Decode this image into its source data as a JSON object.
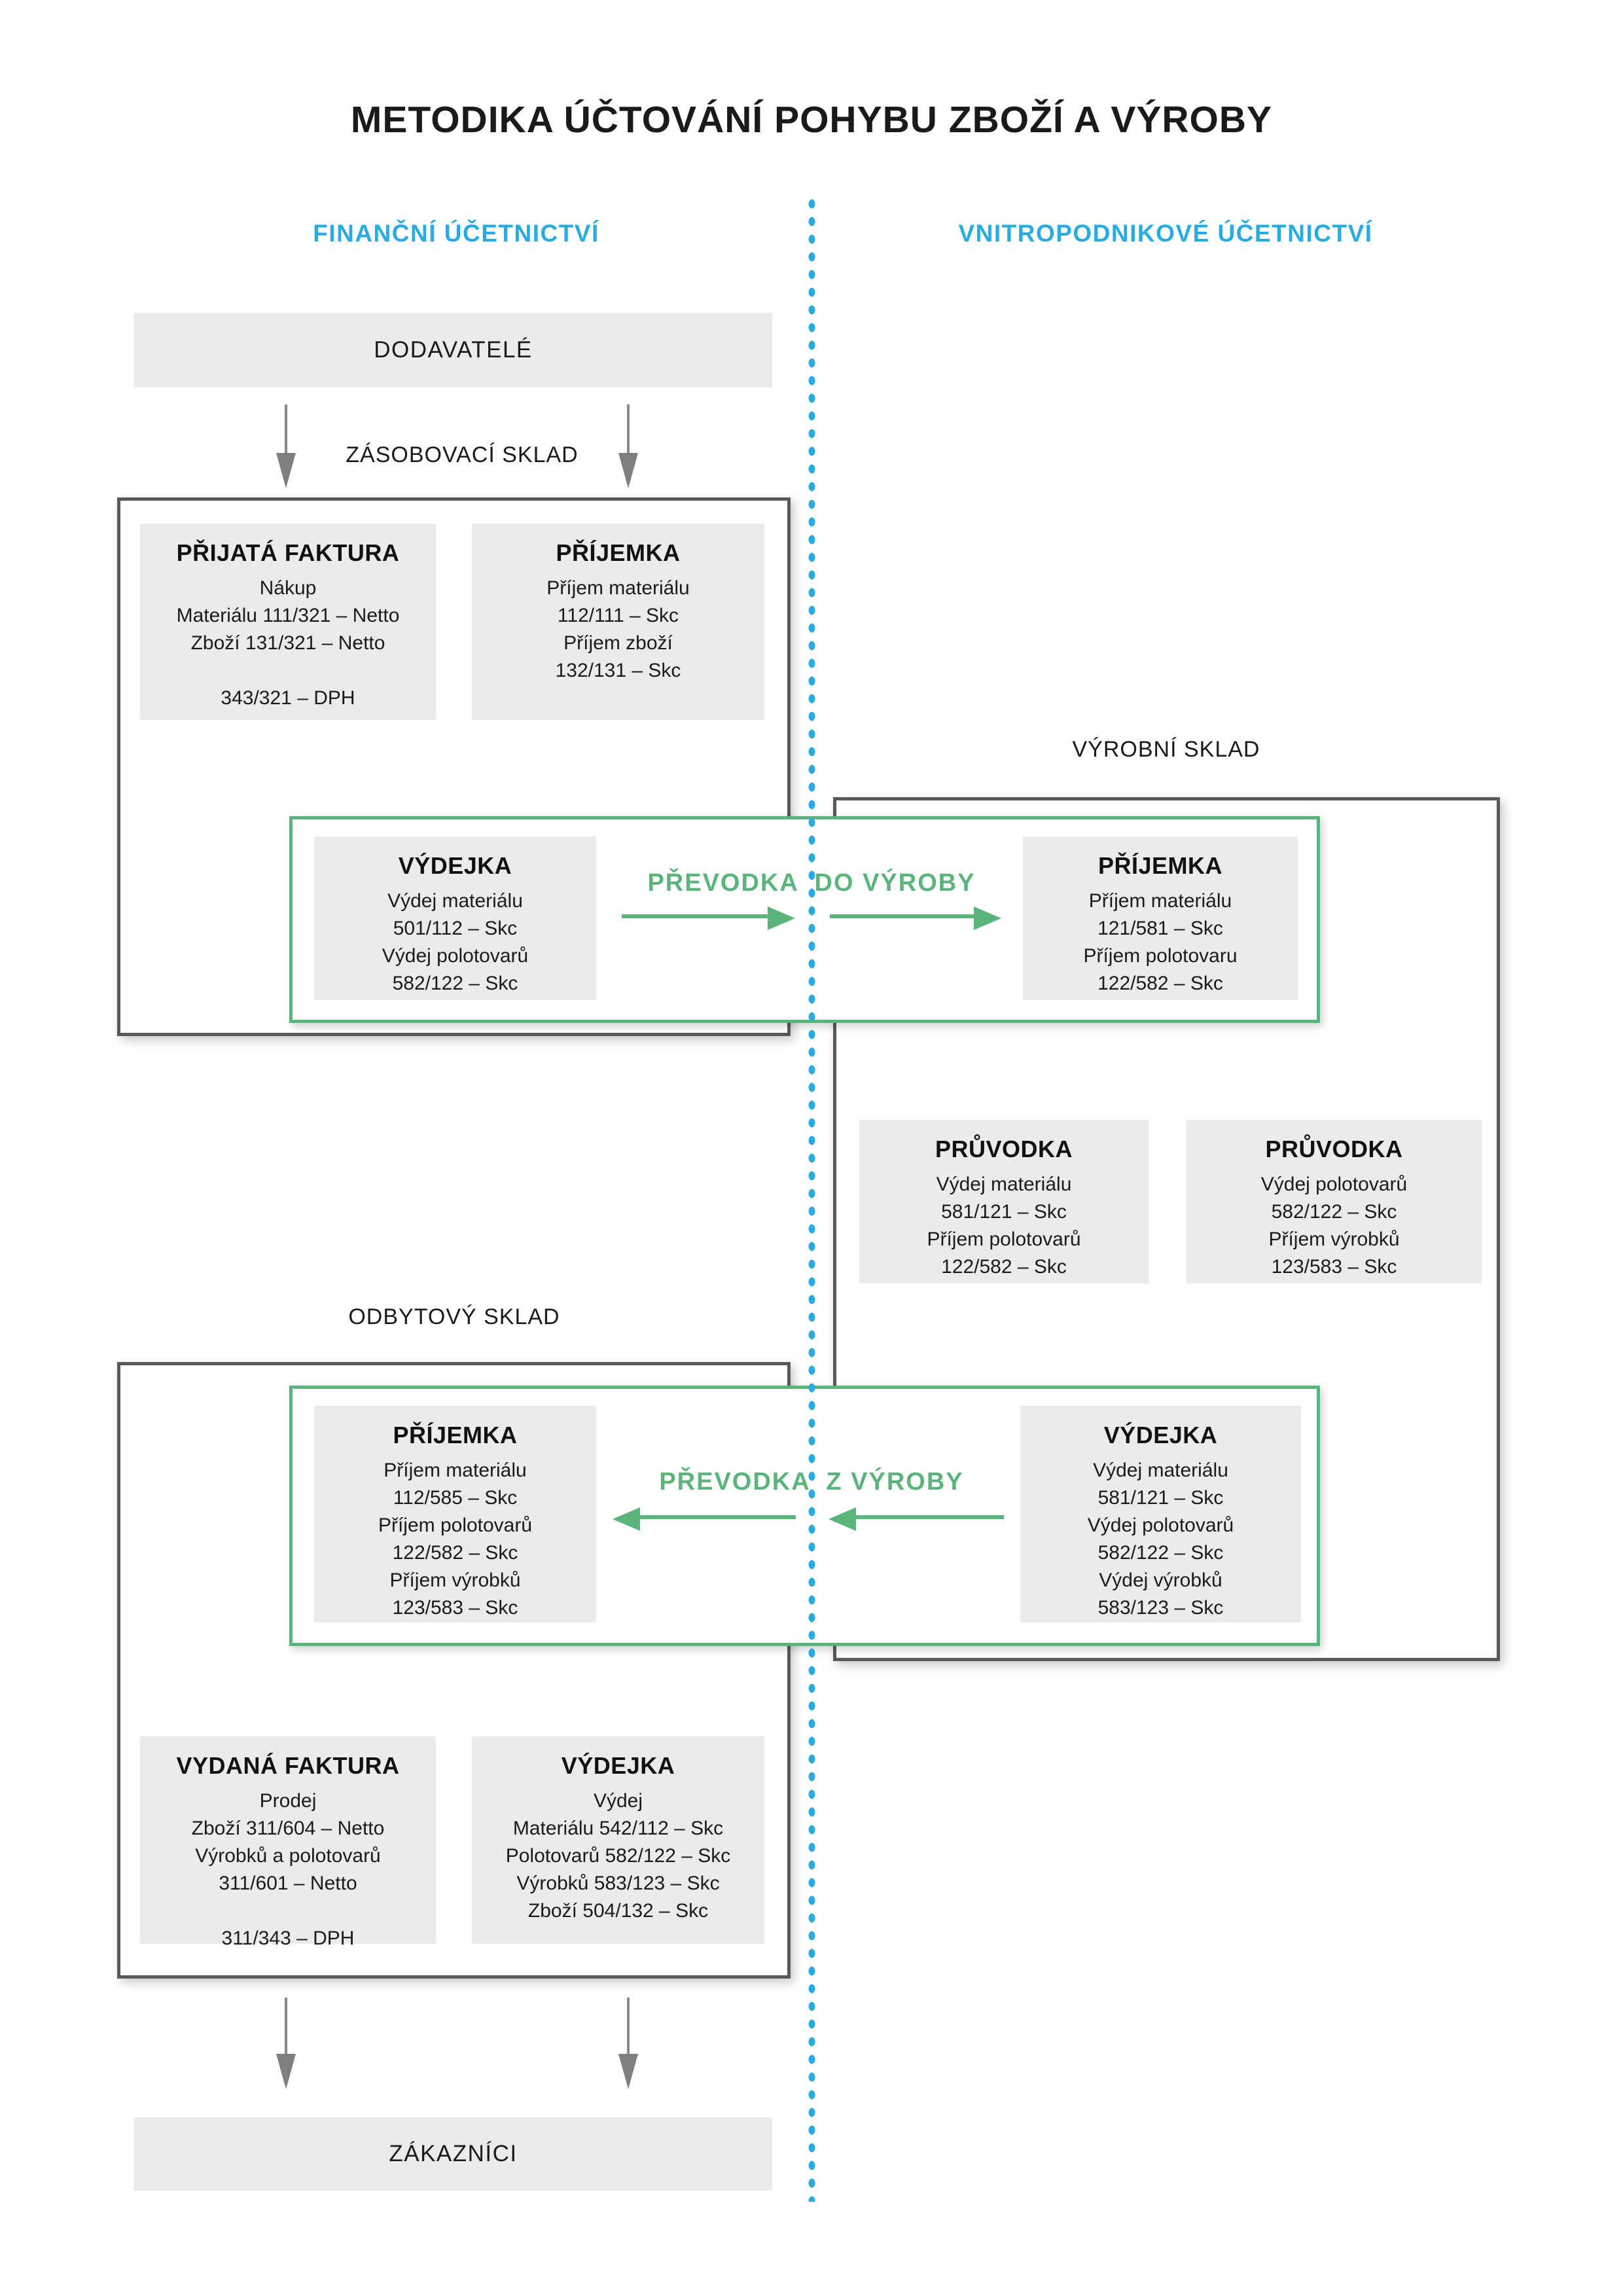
{
  "title": "METODIKA ÚČTOVÁNÍ POHYBU ZBOŽÍ A VÝROBY",
  "columns": {
    "left": "FINANČNÍ ÚČETNICTVÍ",
    "right": "VNITROPODNIKOVÉ ÚČETNICTVÍ"
  },
  "sections": {
    "zasobovaci": "ZÁSOBOVACÍ SKLAD",
    "vyrobni": "VÝROBNÍ SKLAD",
    "odbytovy": "ODBYTOVÝ SKLAD"
  },
  "endpoints": {
    "suppliers": "DODAVATELÉ",
    "customers": "ZÁKAZNÍCI"
  },
  "transfers": {
    "to_production": "PŘEVODKA  DO VÝROBY",
    "from_production": "PŘEVODKA  Z VÝROBY"
  },
  "boxes": {
    "prijata_faktura": {
      "title": "PŘIJATÁ FAKTURA",
      "lines": [
        "Nákup",
        "Materiálu 111/321 – Netto",
        "Zboží 131/321 – Netto",
        "",
        "343/321 – DPH"
      ]
    },
    "prijemka_sklad": {
      "title": "PŘÍJEMKA",
      "lines": [
        "Příjem materiálu",
        "112/111 – Skc",
        "Příjem zboží",
        "132/131 – Skc"
      ]
    },
    "vydejka_do_vyroby": {
      "title": "VÝDEJKA",
      "lines": [
        "Výdej materiálu",
        "501/112 – Skc",
        "Výdej polotovarů",
        "582/122 – Skc"
      ]
    },
    "prijemka_vyroba": {
      "title": "PŘÍJEMKA",
      "lines": [
        "Příjem materiálu",
        "121/581 – Skc",
        "Příjem polotovaru",
        "122/582 – Skc"
      ]
    },
    "pruvodka_1": {
      "title": "PRŮVODKA",
      "lines": [
        "Výdej materiálu",
        "581/121 – Skc",
        "Příjem polotovarů",
        "122/582 – Skc"
      ]
    },
    "pruvodka_2": {
      "title": "PRŮVODKA",
      "lines": [
        "Výdej polotovarů",
        "582/122 – Skc",
        "Příjem výrobků",
        "123/583 – Skc"
      ]
    },
    "prijemka_odbyt": {
      "title": "PŘÍJEMKA",
      "lines": [
        "Příjem materiálu",
        "112/585 – Skc",
        "Příjem polotovarů",
        "122/582 – Skc",
        "Příjem výrobků",
        "123/583 – Skc"
      ]
    },
    "vydejka_z_vyroby": {
      "title": "VÝDEJKA",
      "lines": [
        "Výdej materiálu",
        "581/121 – Skc",
        "Výdej polotovarů",
        "582/122 – Skc",
        "Výdej výrobků",
        "583/123 – Skc"
      ]
    },
    "vydana_faktura": {
      "title": "VYDANÁ FAKTURA",
      "lines": [
        "Prodej",
        "Zboží 311/604 – Netto",
        "Výrobků a polotovarů",
        "311/601 – Netto",
        "",
        "311/343 – DPH"
      ]
    },
    "vydejka_prodej": {
      "title": "VÝDEJKA",
      "lines": [
        "Výdej",
        "Materiálu 542/112 – Skc",
        "Polotovarů 582/122 – Skc",
        "Výrobků 583/123 – Skc",
        "Zboží 504/132 – Skc"
      ]
    }
  },
  "colors": {
    "blue": "#29abe2",
    "green": "#5bb47b",
    "border_gray": "#58595b",
    "box_gray": "#ebebeb",
    "arrow_gray": "#8a8a8a"
  }
}
